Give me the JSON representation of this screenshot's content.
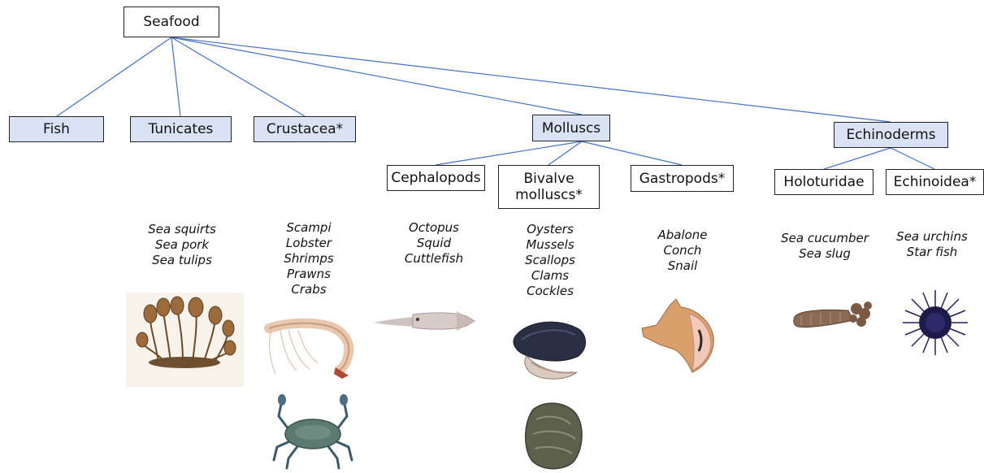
{
  "nodes": {
    "seafood": "Seafood",
    "fish": "Fish",
    "tunicates": "Tunicates",
    "crustacea": "Crustacea*",
    "molluscs": "Molluscs",
    "echinoderms": "Echinoderms",
    "cephalopods": "Cephalopods",
    "bivalves": "Bivalve\nmolluscs*",
    "gastropods": "Gastropods*",
    "holoturidae": "Holoturidae",
    "echinoidea": "Echinoidea*"
  },
  "examples": {
    "tunicates": [
      "Sea squirts",
      "Sea pork",
      "Sea tulips"
    ],
    "crustacea": [
      "Scampi",
      "Lobster",
      "Shrimps",
      "Prawns",
      "Crabs"
    ],
    "cephalopods": [
      "Octopus",
      "Squid",
      "Cuttlefish"
    ],
    "bivalves": [
      "Oysters",
      "Mussels",
      "Scallops",
      "Clams",
      "Cockles"
    ],
    "gastropods": [
      "Abalone",
      "Conch",
      "Snail"
    ],
    "holoturidae": [
      "Sea  cucumber",
      "Sea slug"
    ],
    "echinoidea": [
      "Sea urchins",
      "Star fish"
    ]
  },
  "pictures": [
    "sea-tulips-illustration",
    "shrimp-illustration",
    "crab-illustration",
    "squid-illustration",
    "mussel-illustration",
    "oyster-illustration",
    "conch-illustration",
    "sea-cucumber-illustration",
    "sea-urchin-illustration"
  ],
  "colors": {
    "node_fill": "#dae3f3",
    "connector": "#4472c4",
    "border": "#222222"
  }
}
